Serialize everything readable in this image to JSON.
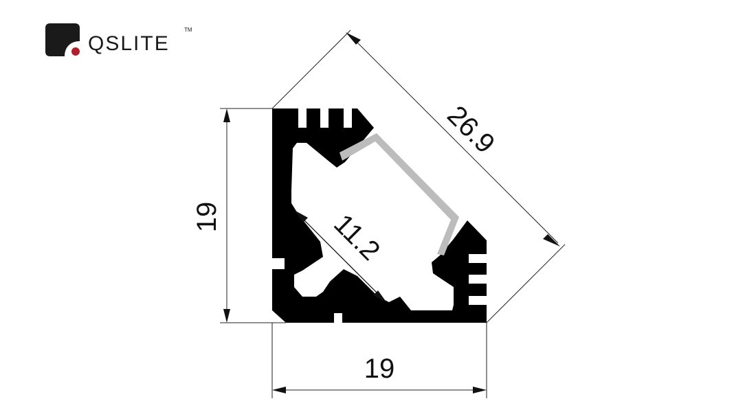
{
  "brand": {
    "name": "QSLITE",
    "trademark": "TM",
    "accent_color": "#b21e2b",
    "mark_color": "#1a1a1a"
  },
  "profile": {
    "body_color": "#000000",
    "diffuser_color": "#bcbcbc"
  },
  "dimensions": {
    "height": "19",
    "width": "19",
    "diagonal": "26.9",
    "inner": "11.2"
  }
}
